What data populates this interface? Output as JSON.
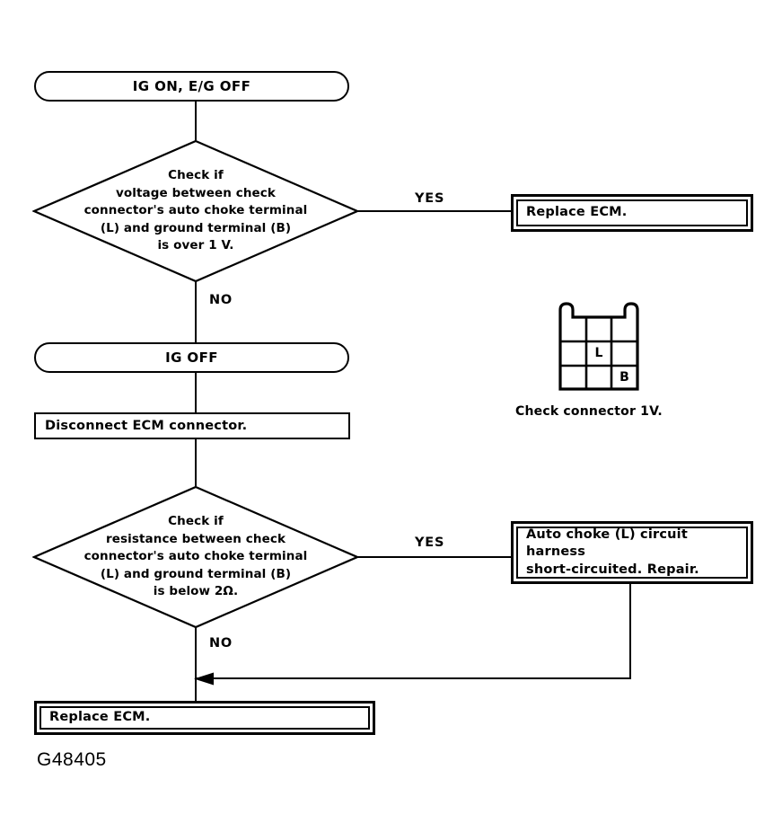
{
  "figure": {
    "id_label": "G48405"
  },
  "nodes": {
    "start_terminal": {
      "label": "IG ON, E/G OFF"
    },
    "decision_voltage": {
      "lines": [
        "Check if",
        "voltage between check",
        "connector's auto choke terminal",
        "(L) and ground terminal (B)",
        "is over 1 V."
      ]
    },
    "result_replace_ecm_top": {
      "label": "Replace ECM."
    },
    "ig_off_terminal": {
      "label": "IG OFF"
    },
    "disconnect_step": {
      "label": "Disconnect ECM connector."
    },
    "decision_resistance": {
      "lines": [
        "Check if",
        "resistance between check",
        "connector's auto choke terminal",
        "(L) and ground terminal (B)",
        "is below 2Ω."
      ]
    },
    "result_harness_short": {
      "lines": [
        "Auto choke (L) circuit harness",
        "short-circuited.  Repair."
      ]
    },
    "result_replace_ecm_bottom": {
      "label": "Replace ECM."
    }
  },
  "branches": {
    "voltage_yes": "YES",
    "voltage_no": "NO",
    "resistance_yes": "YES",
    "resistance_no": "NO"
  },
  "connector_diagram": {
    "caption": "Check connector 1V.",
    "pin_center_label": "L",
    "pin_bottom_right_label": "B"
  },
  "colors": {
    "ink": "#000000",
    "paper": "#ffffff"
  }
}
